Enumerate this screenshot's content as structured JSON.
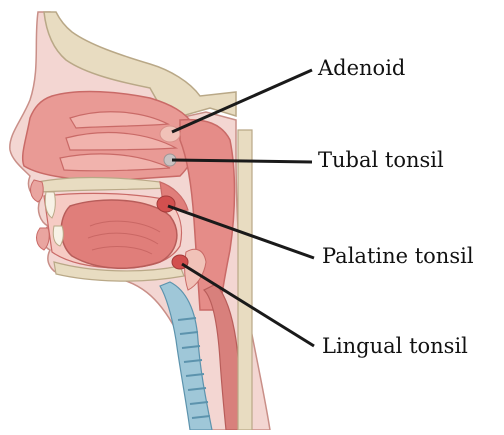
{
  "labels": {
    "adenoid": "Adenoid",
    "tubal_tonsil": "Tubal tonsil",
    "palatine_tonsil": "Palatine tonsil",
    "lingual_tonsil": "Lingual tonsil"
  },
  "colors": {
    "skin": "#f3d6d2",
    "skin_outline": "#c98f88",
    "mucosa": "#e99a95",
    "mucosa_dark": "#d9726f",
    "bone": "#e8dcc1",
    "bone_outline": "#b9a887",
    "tonsil": "#f1c2b8",
    "tubal": "#c9c2c2",
    "palatine": "#d2504f",
    "trachea": "#7fb1c9",
    "leader_line": "#1a1a1a"
  }
}
